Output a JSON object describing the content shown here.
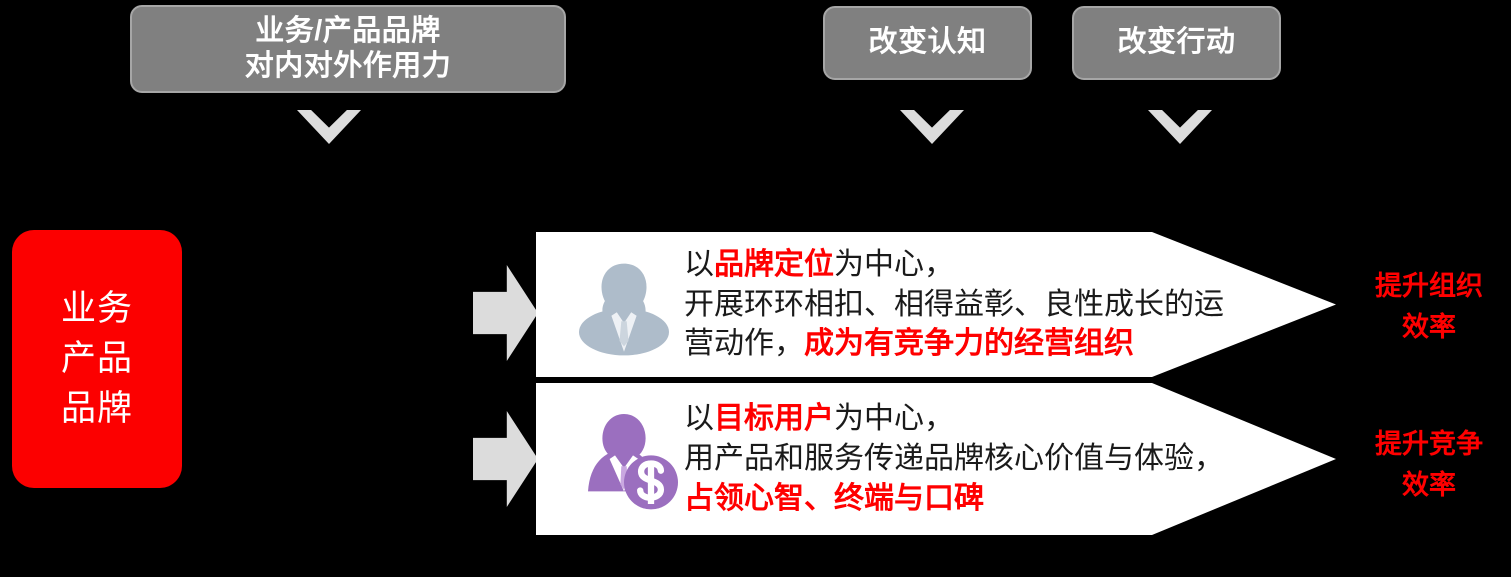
{
  "colors": {
    "background": "#000000",
    "gray_box": "#808080",
    "gray_box_border": "#a6a6a6",
    "red_box": "#fc0000",
    "highlight_red": "#ff0000",
    "arrow_gray": "#dcdcdc",
    "panel_white": "#ffffff",
    "icon_blue_gray": "#aebcca",
    "icon_purple": "#9b6fbf"
  },
  "top_boxes": [
    {
      "name": "brand-force",
      "lines": [
        "业务/产品品牌",
        "对内对外作用力"
      ]
    },
    {
      "name": "change-cognition",
      "lines": [
        "改变认知"
      ]
    },
    {
      "name": "change-action",
      "lines": [
        "改变行动"
      ]
    }
  ],
  "core_box": {
    "lines": [
      "业务",
      "产品",
      "品牌"
    ]
  },
  "rows": [
    {
      "icon": "person-icon",
      "text_lines": [
        [
          {
            "t": "以",
            "hl": false
          },
          {
            "t": "品牌定位",
            "hl": true
          },
          {
            "t": "为中心，",
            "hl": false
          }
        ],
        [
          {
            "t": "开展环环相扣、相得益彰、良性成长的运",
            "hl": false
          }
        ],
        [
          {
            "t": "营动作，",
            "hl": false
          },
          {
            "t": "成为有竞争力的经营组织",
            "hl": true
          }
        ]
      ],
      "outcome_lines": [
        "提升组织",
        "效率"
      ]
    },
    {
      "icon": "person-money-icon",
      "text_lines": [
        [
          {
            "t": "以",
            "hl": false
          },
          {
            "t": "目标用户",
            "hl": true
          },
          {
            "t": "为中心，",
            "hl": false
          }
        ],
        [
          {
            "t": "用产品和服务传递品牌核心价值与体验，",
            "hl": false
          }
        ],
        [
          {
            "t": "占领心智、终端与口碑",
            "hl": true
          }
        ]
      ],
      "outcome_lines": [
        "提升竞争",
        "效率"
      ]
    }
  ]
}
